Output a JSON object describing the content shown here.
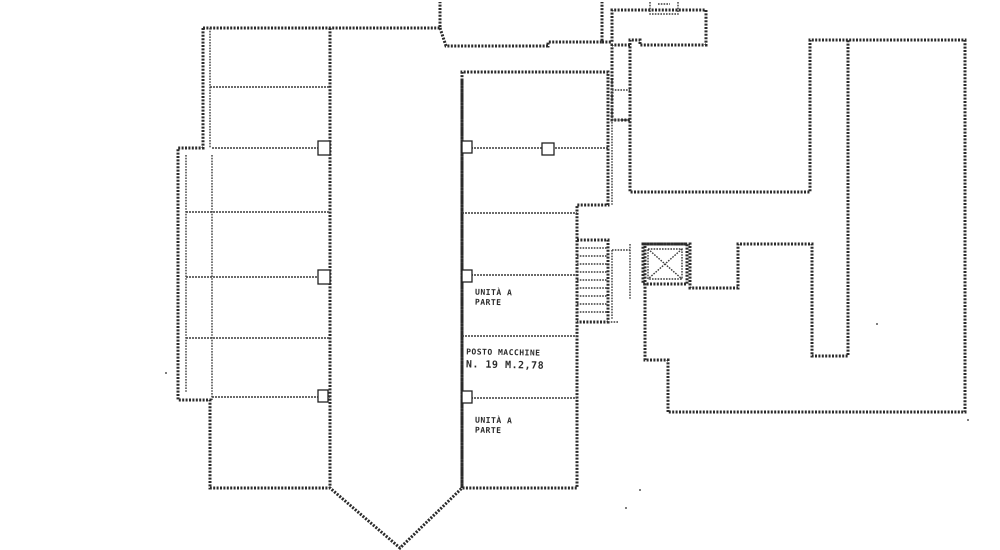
{
  "drawing": {
    "line_color": "#2b2b2b",
    "background": "#ffffff"
  },
  "labels": {
    "unit_upper_line1": "UNITÀ A",
    "unit_upper_line2": "PARTE",
    "parking_line1": "POSTO MACCHINE",
    "parking_line2": "N. 19 M.2,78",
    "unit_lower_line1": "UNITÀ A",
    "unit_lower_line2": "PARTE"
  }
}
